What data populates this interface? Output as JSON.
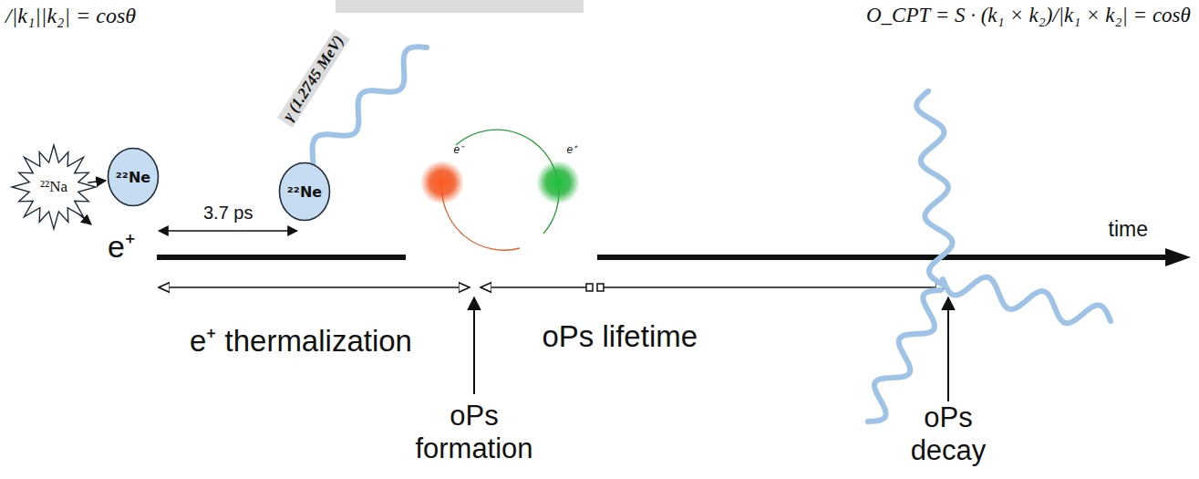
{
  "diagram": {
    "nodes": [
      {
        "text": [
          "²²Na"
        ]
      },
      {
        "text": [
          "²²Ne"
        ]
      },
      {
        "text": [
          "²²Ne"
        ]
      }
    ],
    "edges": [
      {
        "from": 0,
        "to": 1,
        "arrow": "to"
      }
    ],
    "labels": [
      "/|k₁||k₂| = cosθ",
      "O_CPT = S · (k₁ × k₂)/|k₁ × k₂| = cosθ",
      "γ (1.2745 MeV)",
      "3.7 ps",
      "e⁻",
      "e⁺",
      "e⁺",
      "e⁺ thermalization",
      "oPs lifetime",
      "oPs formation",
      "oPs decay",
      "time"
    ]
  }
}
